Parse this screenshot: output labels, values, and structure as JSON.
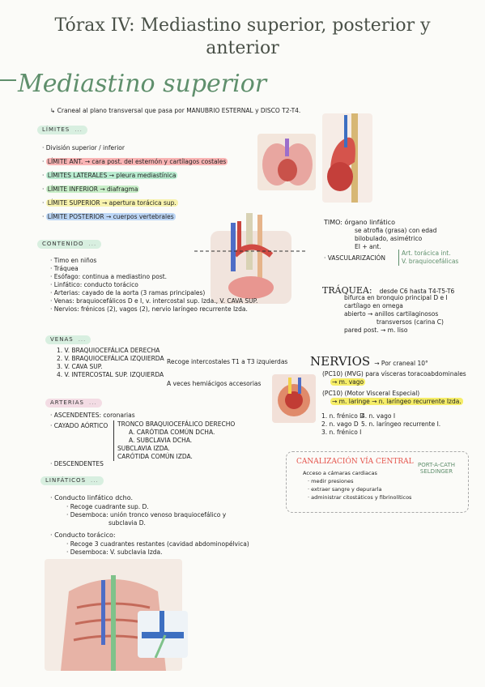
{
  "title_line1": "Tórax IV: Mediastino superior, posterior y",
  "title_line2": "anterior",
  "heading": "Mediastino superior",
  "intro": "↳ Craneal al plano transversal que pasa por MANUBRIO ESTERNAL y DISCO T2-T4.",
  "limites": {
    "label": "LÍMITES",
    "items": [
      {
        "text": "División superior / inferior",
        "color": ""
      },
      {
        "text": "LÍMITE ANT. → cara post. del esternón y cartílagos costales",
        "color": "#f28a8a"
      },
      {
        "text": "LÍMITES LATERALES → pleura mediastínica",
        "color": "#8fdcb0"
      },
      {
        "text": "LÍMITE INFERIOR → diafragma",
        "color": "#a6e3a6"
      },
      {
        "text": "LÍMITE SUPERIOR → apertura torácica sup.",
        "color": "#f4ec84"
      },
      {
        "text": "LÍMITE POSTERIOR → cuerpos vertebrales",
        "color": "#9fc4f2"
      }
    ]
  },
  "contenido": {
    "label": "CONTENIDO",
    "items": [
      "Timo en niños",
      "Tráquea",
      "Esófago: continua a mediastino post.",
      "Linfático: conducto torácico",
      "Arterias: cayado de la aorta (3 ramas principales)",
      "Venas: braquiocefálicos D e I, v. intercostal sup. Izda., V. CAVA SUP.",
      "Nervios: frénicos (2), vagos (2), nervio laríngeo recurrente Izda."
    ]
  },
  "timo": {
    "lines": [
      "TIMO: órgano linfático",
      "se atrofia (grasa) con edad",
      "bilobulado, asimétrico",
      "EI + ant.",
      "· VASCULARIZACIÓN"
    ],
    "vasc": [
      "Art. torácica int.",
      "V. braquiocefálicas"
    ]
  },
  "traquea": {
    "label": "TRÁQUEA:",
    "lines": [
      "desde C6 hasta T4-T5-T6",
      "bifurca en bronquio principal D e I",
      "cartílago en omega",
      "abierto → anillos cartilaginosos",
      "transversos (carina C)",
      "pared post. → m. liso"
    ]
  },
  "venas": {
    "label": "VENAS",
    "items": [
      "1. V. BRAQUIOCEFÁLICA DERECHA",
      "2. V. BRAQUIOCEFÁLICA IZQUIERDA",
      "3. V. CAVA SUP.",
      "4. V. INTERCOSTAL SUP. IZQUIERDA"
    ],
    "note1": "Recoge intercostales T1 a T3 izquierdas",
    "note2": "A veces hemiácigos accesorias"
  },
  "nervios": {
    "label": "NERVIOS",
    "arrow": "→ Por craneal 10°",
    "lines": [
      "(PC10) (MVG) para vísceras toracoabdominales",
      "→ m. vago",
      "(PC10) (Motor Visceral Especial)",
      "→ m. laringe → n. laríngeo recurrente Izda."
    ],
    "list": [
      "1. n. frénico D",
      "2. n. vago D",
      "3. n. frénico I",
      "4. n. vago I",
      "5. n. laríngeo recurrente I."
    ]
  },
  "arterias": {
    "label": "ARTERIAS",
    "ascendentes": "ASCENDENTES: coronarias",
    "cayado": "CAYADO AÓRTICO",
    "branches": [
      "TRONCO BRAQUIOCEFÁLICO DERECHO",
      "A. CARÓTIDA COMÚN DCHA.",
      "A. SUBCLAVIA DCHA.",
      "SUBCLAVIA IZDA.",
      "CARÓTIDA COMÚN IZDA."
    ],
    "descendentes": "DESCENDENTES"
  },
  "canalizacion": {
    "title": "CANALIZACIÓN VÍA CENTRAL",
    "side": "PORT-A-CATH SELDINGER",
    "lines": [
      "Acceso a cámaras cardiacas",
      "medir presiones",
      "extraer sangre y depurarla",
      "administrar citostáticos y fibrinolíticos"
    ]
  },
  "linfaticos": {
    "label": "LINFÁTICOS",
    "item1": "Conducto linfático dcho.",
    "item1_lines": [
      "Recoge cuadrante sup. D.",
      "Desemboca: unión tronco venoso braquiocefálico y",
      "subclavia D."
    ],
    "item2": "Conducto torácico:",
    "item2_lines": [
      "Recoge 3 cuadrantes restantes (cavidad abdominopélvica)",
      "Desemboca: V. subclavia Izda."
    ]
  },
  "dots": "...",
  "colors": {
    "accent": "#5f8f6c",
    "pillGreen": "#d8efe0",
    "red": "#e23b3b",
    "yellow": "#f1e23c"
  }
}
